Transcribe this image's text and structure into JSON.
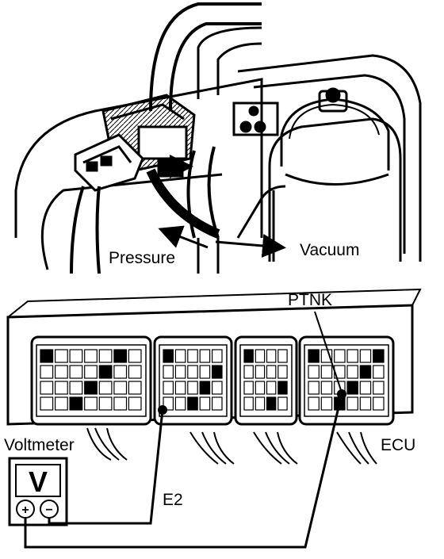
{
  "labels": {
    "pressure": "Pressure",
    "vacuum": "Vacuum",
    "ptnk": "PTNK",
    "voltmeter": "Voltmeter",
    "ecu": "ECU",
    "e2": "E2"
  },
  "voltmeter": {
    "symbol": "V",
    "positive": "+",
    "negative": "−"
  },
  "colors": {
    "ink": "#000000",
    "paper": "#ffffff"
  }
}
